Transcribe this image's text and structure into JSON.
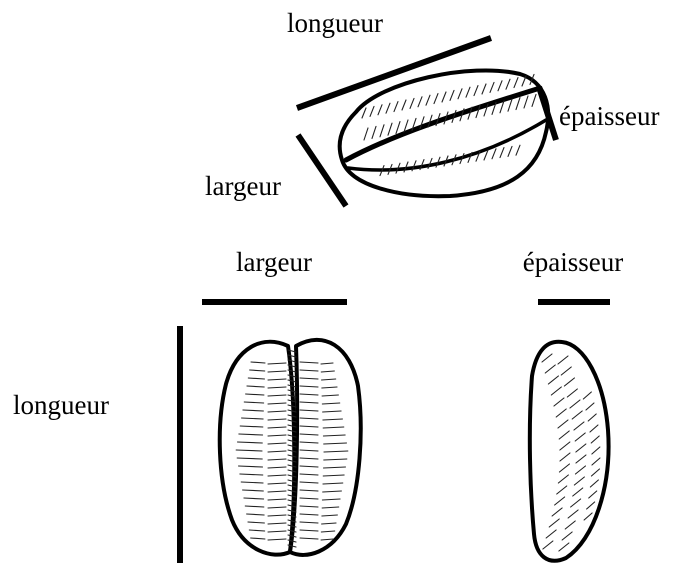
{
  "labels": {
    "top_length": "longueur",
    "top_width": "largeur",
    "top_thickness": "épaisseur",
    "bottom_width": "largeur",
    "bottom_thickness": "épaisseur",
    "bottom_length": "longueur"
  }
}
